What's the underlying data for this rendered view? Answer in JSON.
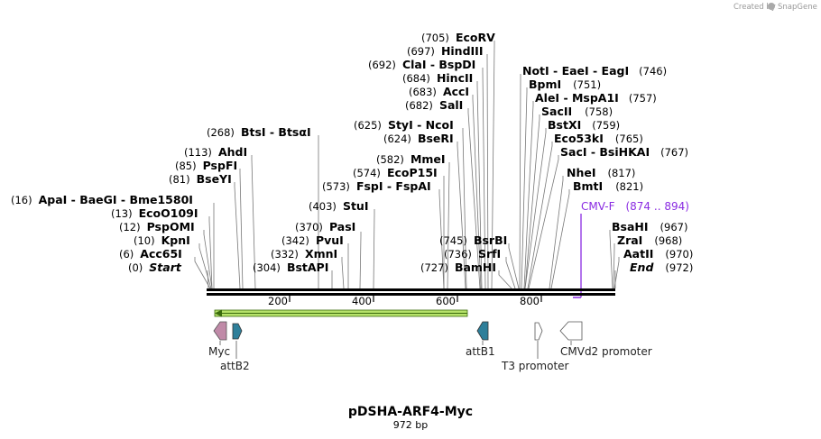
{
  "credit": {
    "text": "Created by",
    "brand": "SnapGene"
  },
  "plasmid": {
    "name": "pDSHA-ARF4-Myc",
    "length_label": "972 bp"
  },
  "sites": [
    {
      "pos_label": "(705)",
      "name": "EcoRV"
    },
    {
      "pos_label": "(697)",
      "name": "HindIII"
    },
    {
      "pos_label": "(692)",
      "name": "ClaI  -  BspDI"
    },
    {
      "pos_label": "(684)",
      "name": "HincII"
    },
    {
      "pos_label": "(683)",
      "name": "AccI"
    },
    {
      "pos_label": "(682)",
      "name": "SalI"
    },
    {
      "pos_label": "(625)",
      "name": "StyI  -  NcoI"
    },
    {
      "pos_label": "(624)",
      "name": "BseRI"
    },
    {
      "pos_label": "(582)",
      "name": "MmeI"
    },
    {
      "pos_label": "(574)",
      "name": "EcoP15I"
    },
    {
      "pos_label": "(573)",
      "name": "FspI  -  FspAI"
    },
    {
      "pos_label": "(268)",
      "name": "BtsI  -  BtsαI"
    },
    {
      "pos_label": "(113)",
      "name": "AhdI"
    },
    {
      "pos_label": "(85)",
      "name": "PspFI"
    },
    {
      "pos_label": "(81)",
      "name": "BseYI"
    },
    {
      "pos_label": "(16)",
      "name": "ApaI  -  BaeGI  -  Bme1580I"
    },
    {
      "pos_label": "(13)",
      "name": "EcoO109I"
    },
    {
      "pos_label": "(12)",
      "name": "PspOMI"
    },
    {
      "pos_label": "(10)",
      "name": "KpnI"
    },
    {
      "pos_label": "(6)",
      "name": "Acc65I"
    },
    {
      "pos_label": "(0)",
      "name": "Start"
    },
    {
      "pos_label": "(403)",
      "name": "StuI"
    },
    {
      "pos_label": "(370)",
      "name": "PasI"
    },
    {
      "pos_label": "(342)",
      "name": "PvuI"
    },
    {
      "pos_label": "(332)",
      "name": "XmnI"
    },
    {
      "pos_label": "(304)",
      "name": "BstAPI"
    },
    {
      "pos_label": "(745)",
      "name": "BsrBI"
    },
    {
      "pos_label": "(736)",
      "name": "SrfI"
    },
    {
      "pos_label": "(727)",
      "name": "BamHI"
    },
    {
      "pos_label": "(746)",
      "name": "NotI  -  EaeI  -  EagI"
    },
    {
      "pos_label": "(751)",
      "name": "BpmI"
    },
    {
      "pos_label": "(757)",
      "name": "AleI  -  MspA1I"
    },
    {
      "pos_label": "(758)",
      "name": "SacII"
    },
    {
      "pos_label": "(759)",
      "name": "BstXI"
    },
    {
      "pos_label": "(765)",
      "name": "Eco53kI"
    },
    {
      "pos_label": "(767)",
      "name": "SacI  -  BsiHKAI"
    },
    {
      "pos_label": "(817)",
      "name": "NheI"
    },
    {
      "pos_label": "(821)",
      "name": "BmtI"
    },
    {
      "pos_label": "(967)",
      "name": "BsaHI"
    },
    {
      "pos_label": "(968)",
      "name": "ZraI"
    },
    {
      "pos_label": "(970)",
      "name": "AatII"
    },
    {
      "pos_label": "(972)",
      "name": "End"
    }
  ],
  "primer": {
    "name": "CMV-F",
    "range": "(874 .. 894)",
    "color": "#8a2be2"
  },
  "ruler": {
    "ticks": [
      "200",
      "400",
      "600",
      "800"
    ]
  },
  "features": [
    {
      "name": "Myc",
      "color": "#c08aa8",
      "icon": "left-arrow"
    },
    {
      "name": "attB2",
      "color": "#2e7f9a",
      "icon": "right-arrow"
    },
    {
      "name": "attB1",
      "color": "#2e7f9a",
      "icon": "left-arrow"
    },
    {
      "name": "T3 promoter",
      "color": "#ffffff",
      "icon": "right-arrow"
    },
    {
      "name": "CMVd2 promoter",
      "color": "#ffffff",
      "icon": "left-arrow"
    }
  ],
  "orf": {
    "color": "#b6e26a",
    "stroke": "#3a6b0c",
    "direction": "reverse"
  }
}
